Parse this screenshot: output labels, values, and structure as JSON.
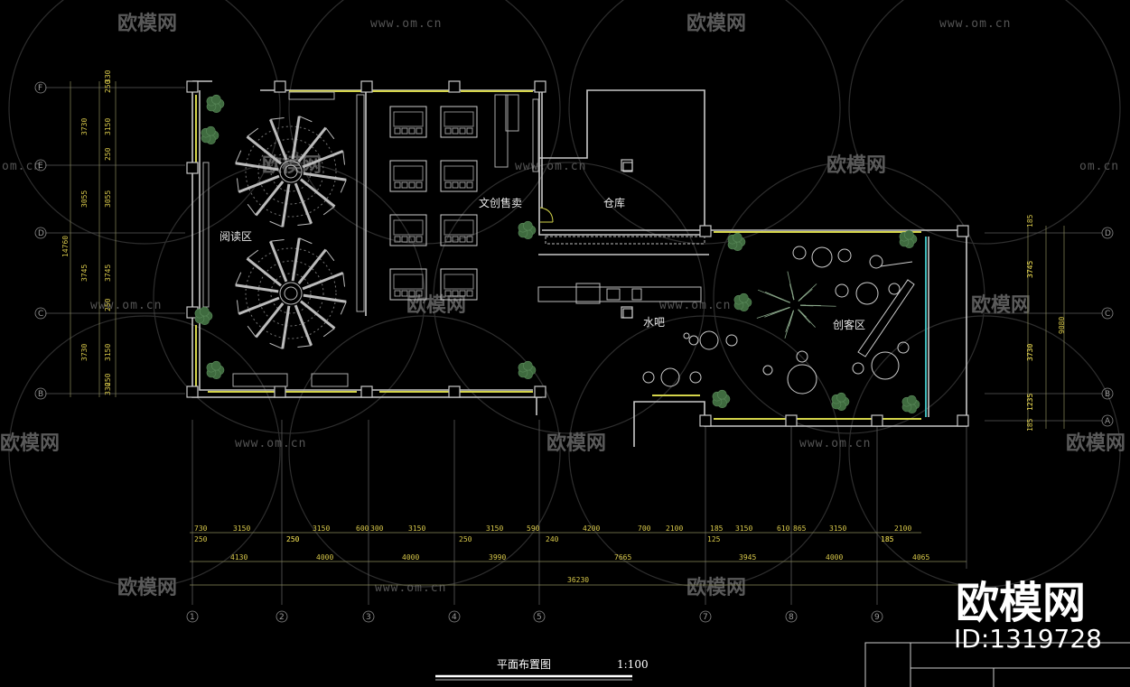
{
  "rooms": {
    "reading": "阅读区",
    "shop": "文创售卖",
    "storage": "仓库",
    "bar": "水吧",
    "creative": "创客区"
  },
  "title": {
    "name": "平面布置图",
    "scale": "1:100"
  },
  "grid_bottom": [
    "1",
    "2",
    "3",
    "4",
    "5",
    "7",
    "8",
    "9"
  ],
  "grid_left": [
    "F",
    "E",
    "D",
    "C",
    "B"
  ],
  "grid_right": [
    "D",
    "C",
    "B",
    "A"
  ],
  "dims_bottom_row1": [
    "730",
    "3150",
    "3150",
    "600",
    "300",
    "3150",
    "3150",
    "590",
    "4200",
    "700",
    "2100",
    "185",
    "3150",
    "610",
    "865",
    "3150",
    "2100"
  ],
  "dims_bottom_small": [
    "250",
    "250",
    "250",
    "250",
    "240",
    "125",
    "185",
    "185"
  ],
  "dims_bottom_row2": [
    "4130",
    "4000",
    "4000",
    "3990",
    "7665",
    "3945",
    "4000",
    "4065"
  ],
  "dim_total": "36230",
  "dims_left_outer": [
    "3730",
    "3055",
    "3745",
    "3730"
  ],
  "dims_left_inner": [
    "330",
    "250",
    "3150",
    "250",
    "3055",
    "3745",
    "250",
    "3150",
    "250",
    "330"
  ],
  "dim_left_total": "14760",
  "dims_right": [
    "185",
    "3745",
    "3745",
    "3730",
    "3730",
    "1235",
    "1235",
    "185"
  ],
  "dim_right_total": "9080",
  "watermark": {
    "brand": "欧模网",
    "url": "www.om.cn",
    "url_fragment": "om.cn"
  },
  "brand": {
    "name": "欧模网",
    "id": "ID:1319728"
  },
  "colors": {
    "wall": "#c8c8c8",
    "window": "#d4d44a",
    "dim": "#d8c84a",
    "plant": "#3f6b3f",
    "glass": "#3fb6b6"
  }
}
